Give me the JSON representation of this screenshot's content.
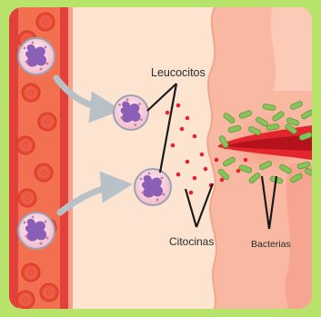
{
  "labels": {
    "leucocitos": "Leucocitos",
    "citocinas": "Citocinas",
    "bacterias": "Bacterias"
  },
  "colors": {
    "frame": "#b7e36a",
    "vessel_wall": "#e2403b",
    "blood": "#f2704f",
    "tissue": "#fde4d0",
    "skin": "#f9b8a2",
    "bacteria": "#86c35a",
    "wound": "#e3262e",
    "leukocyte_nucleus": "#8b5fb6"
  }
}
